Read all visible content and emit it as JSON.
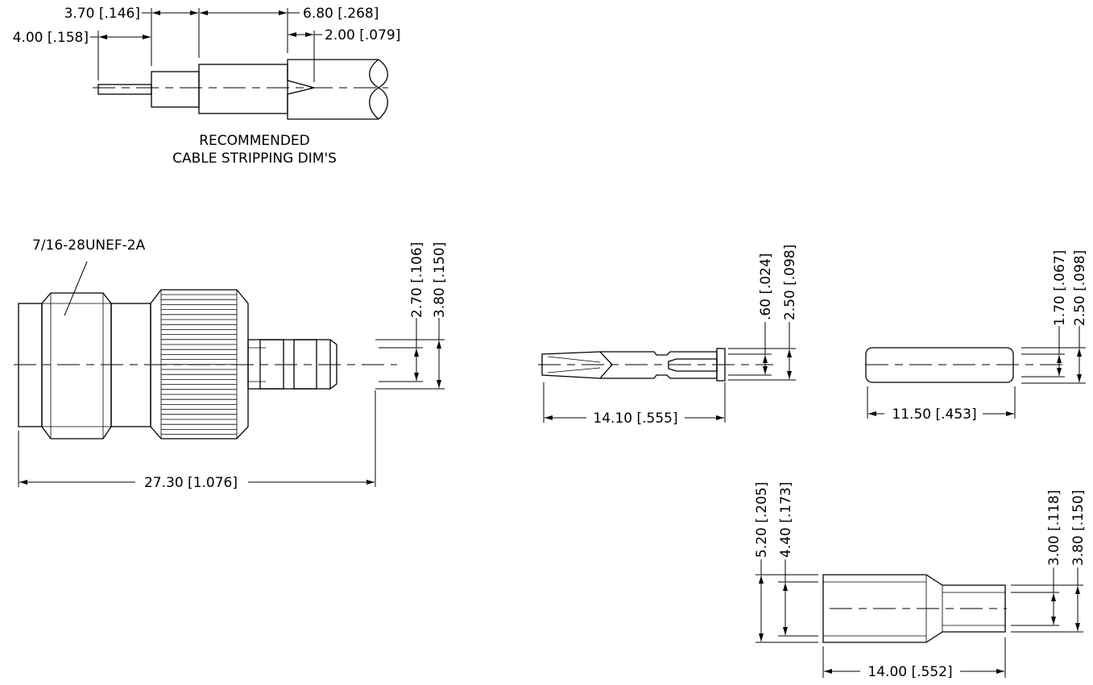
{
  "stripping": {
    "dim_a": "3.70 [.146]",
    "dim_b": "6.80 [.268]",
    "dim_c": "4.00 [.158]",
    "dim_d": "2.00 [.079]",
    "caption_line1": "RECOMMENDED",
    "caption_line2": "CABLE STRIPPING DIM'S"
  },
  "connector": {
    "thread_label": "7/16-28UNEF-2A",
    "dim_inner": "2.70 [.106]",
    "dim_outer": "3.80 [.150]",
    "dim_length": "27.30 [1.076]"
  },
  "contact": {
    "dim_inner": ".60 [.024]",
    "dim_outer": "2.50 [.098]",
    "dim_length": "14.10 [.555]"
  },
  "pin": {
    "dim_inner": "1.70 [.067]",
    "dim_outer": "2.50 [.098]",
    "dim_length": "11.50 [.453]"
  },
  "ferrule": {
    "dim_outer_big": "5.20 [.205]",
    "dim_inner_big": "4.40 [.173]",
    "dim_inner_small": "3.00 [.118]",
    "dim_outer_small": "3.80 [.150]",
    "dim_length": "14.00 [.552]"
  }
}
